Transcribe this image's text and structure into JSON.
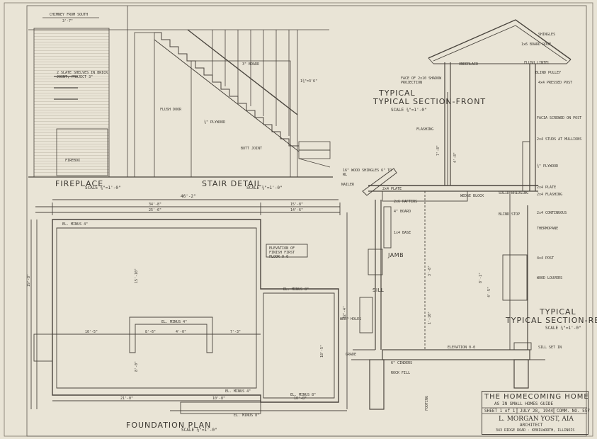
{
  "fireplace": {
    "title": "FIREPLACE",
    "scale": "SCALE ¾\"=1'-0\"",
    "chimney": "CHIMNEY FROM SOUTH",
    "chimney_dim": "3'-7\"",
    "note": "2 SLATE SHELVES IN BRICK JOINT, PROJECT 3\"",
    "firebox": "FIREBOX"
  },
  "stair": {
    "title": "STAIR DETAIL",
    "scale": "SCALE ¾\"=1'-0\"",
    "note1": "3\" BOARD",
    "note2": "1¾\"=3'6\"",
    "note3": "¾\" PLYWOOD",
    "note4": "FLUSH DOOR",
    "note5": "BUTT JOINT"
  },
  "plan": {
    "title": "FOUNDATION PLAN",
    "scale": "SCALE ¼\"=1'-0\"",
    "overall_dim": "46'-2\"",
    "dims_top": [
      "34'-8\"",
      "15'-8\"",
      "25'-6\"",
      "14'-6\""
    ],
    "label_first_floor": "ELEVATION OF FINISH FIRST FLOOR 0-0",
    "el_labels": [
      "EL. MINUS 4\"",
      "EL. MINUS 8\"",
      "EL. MINUS 4\"",
      "EL. MINUS 8\"",
      "EL. MINUS 4\"",
      "EL. MINUS 8\""
    ],
    "dims_misc": [
      "15'-10\"",
      "10'-5\"",
      "8'-6\"",
      "4'-0\"",
      "7'-3\"",
      "8'-0\"",
      "18'-5\"",
      "21'-0\"",
      "10'-8\"",
      "10'-8\"",
      "32'-4\"",
      "19'-8\""
    ]
  },
  "section_front": {
    "title": "TYPICAL SECTION-FRONT",
    "scale": "SCALE ¾\"=1'-0\"",
    "notes": [
      "UNDERLAID",
      "FACE OF 2x10 SHADOW PROJECTION",
      "FLASHING",
      "16\" WOOD SHINGLES 6\" TO WL",
      "2x4 PLATE",
      "NAILER",
      "2x6 RAFTERS",
      "4\" BOARD",
      "WEDGE BLOCK",
      "1x4 BASE"
    ],
    "jamb": "JAMB",
    "sill": "SILL",
    "weep": "WEEP HOLES",
    "cinders": "6\" CINDERS",
    "grade": "GRADE",
    "elevation": "ELEVATION 0-0",
    "rock": "ROCK FILL",
    "footing": "FOOTING",
    "dims": [
      "3'-8\"",
      "7'-8\"",
      "1'-10\"",
      "8'-1\"",
      "4'-5\"",
      "4'-8\""
    ]
  },
  "section_rear": {
    "title": "TYPICAL SECTION-REAR",
    "scale": "SCALE ¾\"=1'-0\"",
    "notes": [
      "SHINGLES",
      "1x6 BOARD ROOF",
      "FLUSH LINTEL",
      "BLIND PULLEY",
      "4x4 PRESSED POST",
      "FACIA SCREWED ON POST",
      "2x4 STUDS AT MULLIONS",
      "¾\" PLYWOOD",
      "2x4 PLATE",
      "2x4 FLASHING",
      "SOLID BRIDGING",
      "BLIND STOP",
      "2x4 CONTINUOUS",
      "THERMOPANE",
      "4x4 POST",
      "WOOD LOUVERS",
      "SILL SET IN"
    ]
  },
  "titleblock": {
    "project": "THE HOMECOMING HOME",
    "subtitle": "AS IN SMALL HOMES GUIDE",
    "sheet": "SHEET 1 of 1",
    "date": "JULY 28, 1944",
    "comm": "COMM. NO. 557",
    "architect": "L. MORGAN YOST, AIA",
    "role": "ARCHITECT",
    "address": "343 RIDGE ROAD · KENILWORTH, ILLINOIS"
  }
}
